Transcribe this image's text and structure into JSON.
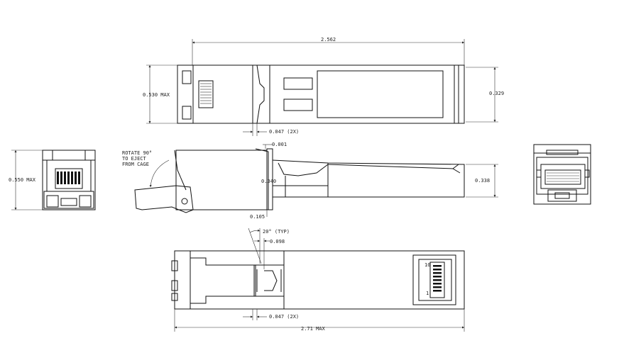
{
  "drawing": {
    "top_view": {
      "overall_length": "2.562",
      "height_left": "0.530 MAX",
      "height_right": "0.329",
      "offset": "0.047 (2X)"
    },
    "side_view": {
      "rotate_note_lines": [
        "ROTATE 90°",
        "TO EJECT",
        "FROM CAGE"
      ],
      "dim_top": "0.001",
      "dim_mid": "0.340",
      "dim_bottom": "0.105",
      "dim_right": "0.338"
    },
    "end_view_left": {
      "height": "0.550 MAX"
    },
    "bottom_view": {
      "angle": "20° (TYP)",
      "dim_098": "0.098",
      "offset": "0.047 (2X)",
      "overall_length": "2.71 MAX",
      "pin_label_top": "10",
      "pin_label_bottom": "1"
    }
  }
}
